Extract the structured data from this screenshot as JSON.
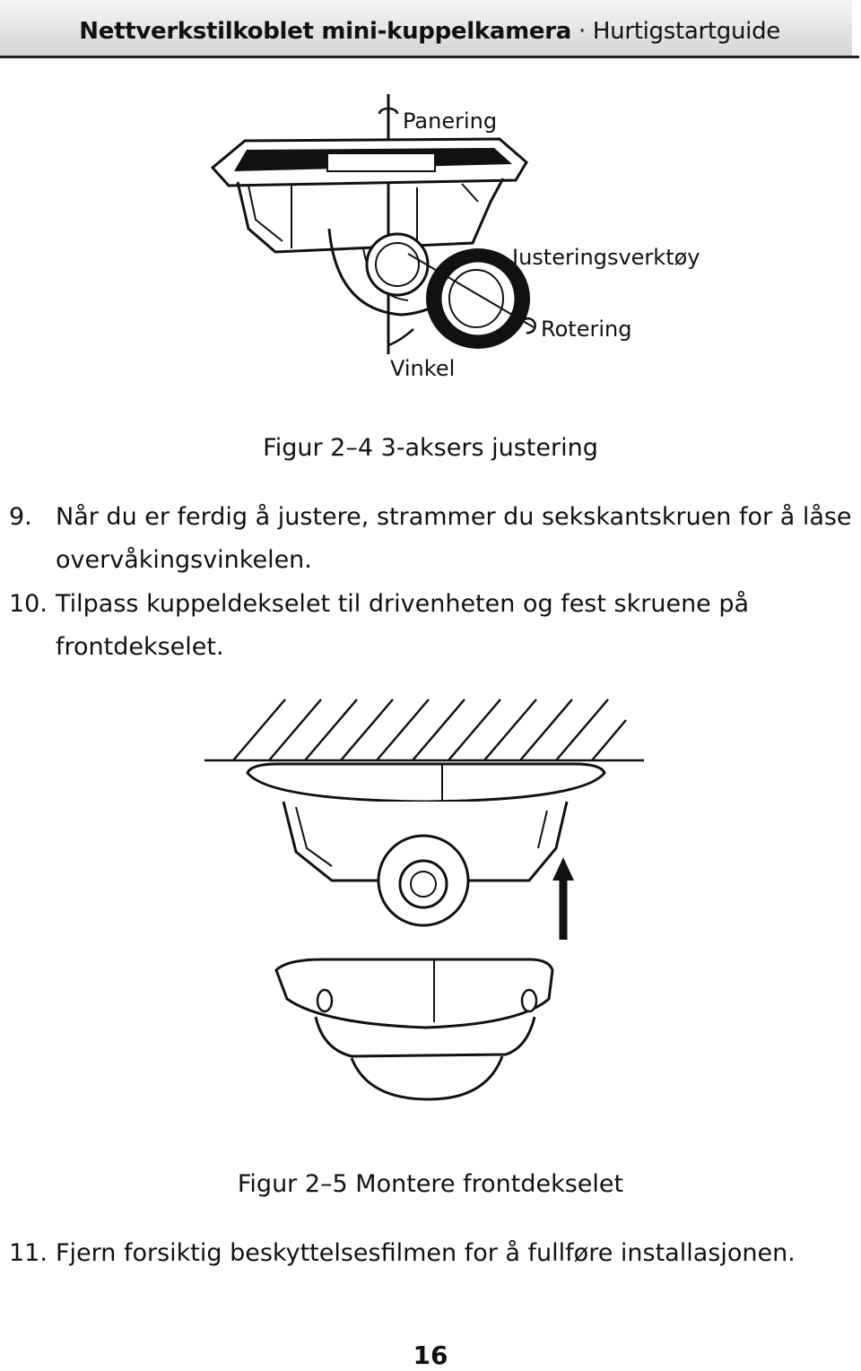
{
  "header": {
    "title_bold": "Nettverkstilkoblet mini-kuppelkamera",
    "separator": "·",
    "title_light": "Hurtigstartguide"
  },
  "figure1": {
    "labels": {
      "pan": "Panering",
      "tool": "Justeringsverktøy",
      "rotation": "Rotering",
      "tilt": "Vinkel"
    },
    "caption": "Figur 2–4 3-aksers justering"
  },
  "steps": [
    {
      "number": "9.",
      "text": "Når du er ferdig å justere, strammer du sekskantskruen for å låse overvåkingsvinkelen."
    },
    {
      "number": "10.",
      "text": "Tilpass kuppeldekselet til drivenheten og fest skruene på frontdekselet."
    },
    {
      "number": "11.",
      "text": "Fjern forsiktig beskyttelsesfilmen for å fullføre installasjonen."
    }
  ],
  "figure2": {
    "caption": "Figur 2–5 Montere frontdekselet"
  },
  "page_number": "16"
}
